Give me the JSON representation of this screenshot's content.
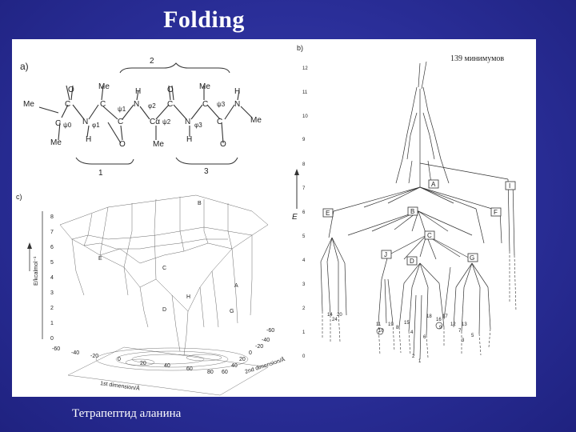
{
  "slide": {
    "title": "Folding",
    "caption": "Тетрапептид аланина"
  },
  "panel_a": {
    "label": "a)",
    "top_bracket": "2",
    "bottom_brackets": [
      "1",
      "3"
    ],
    "atoms": [
      "Me",
      "O",
      "Me",
      "H",
      "O",
      "Me",
      "H",
      "Me",
      "C",
      "C",
      "C",
      "C",
      "C",
      "N",
      "N",
      "N",
      "Cα",
      "Cα",
      "O",
      "O",
      "H",
      "H",
      "Me",
      "Me"
    ],
    "angles": [
      "ψ0",
      "φ1",
      "ψ1",
      "φ2",
      "ψ2",
      "φ3",
      "ψ3"
    ]
  },
  "panel_b": {
    "label": "b)",
    "annotation": "139 минимумов",
    "axis_label": "E",
    "y_ticks": [
      "12",
      "11",
      "10",
      "9",
      "8",
      "7",
      "6",
      "5",
      "4",
      "3",
      "2",
      "1",
      "0"
    ],
    "nodes": [
      "A",
      "B",
      "C",
      "D",
      "E",
      "F",
      "G",
      "I",
      "J"
    ],
    "leaf_numbers": [
      "14",
      "20",
      "24",
      "11",
      "19",
      "15",
      "8",
      "18",
      "16",
      "17",
      "12",
      "13",
      "10",
      "9",
      "4",
      "6",
      "7",
      "5",
      "3",
      "2",
      "1"
    ]
  },
  "panel_c": {
    "label": "c)",
    "z_axis_label": "E/kcalmol⁻¹",
    "x_axis_label": "1st dimension/Å",
    "y_axis_label": "2nd dimension/Å",
    "z_ticks": [
      "8",
      "7",
      "6",
      "5",
      "4",
      "3",
      "2",
      "1",
      "0"
    ],
    "x_ticks": [
      "-60",
      "-40",
      "-20",
      "0",
      "20",
      "40",
      "60",
      "80"
    ],
    "y_ticks": [
      "-60",
      "-40",
      "-20",
      "0",
      "20",
      "40",
      "60"
    ],
    "surface_labels": [
      "B",
      "E",
      "C",
      "D",
      "H",
      "G",
      "A"
    ]
  }
}
